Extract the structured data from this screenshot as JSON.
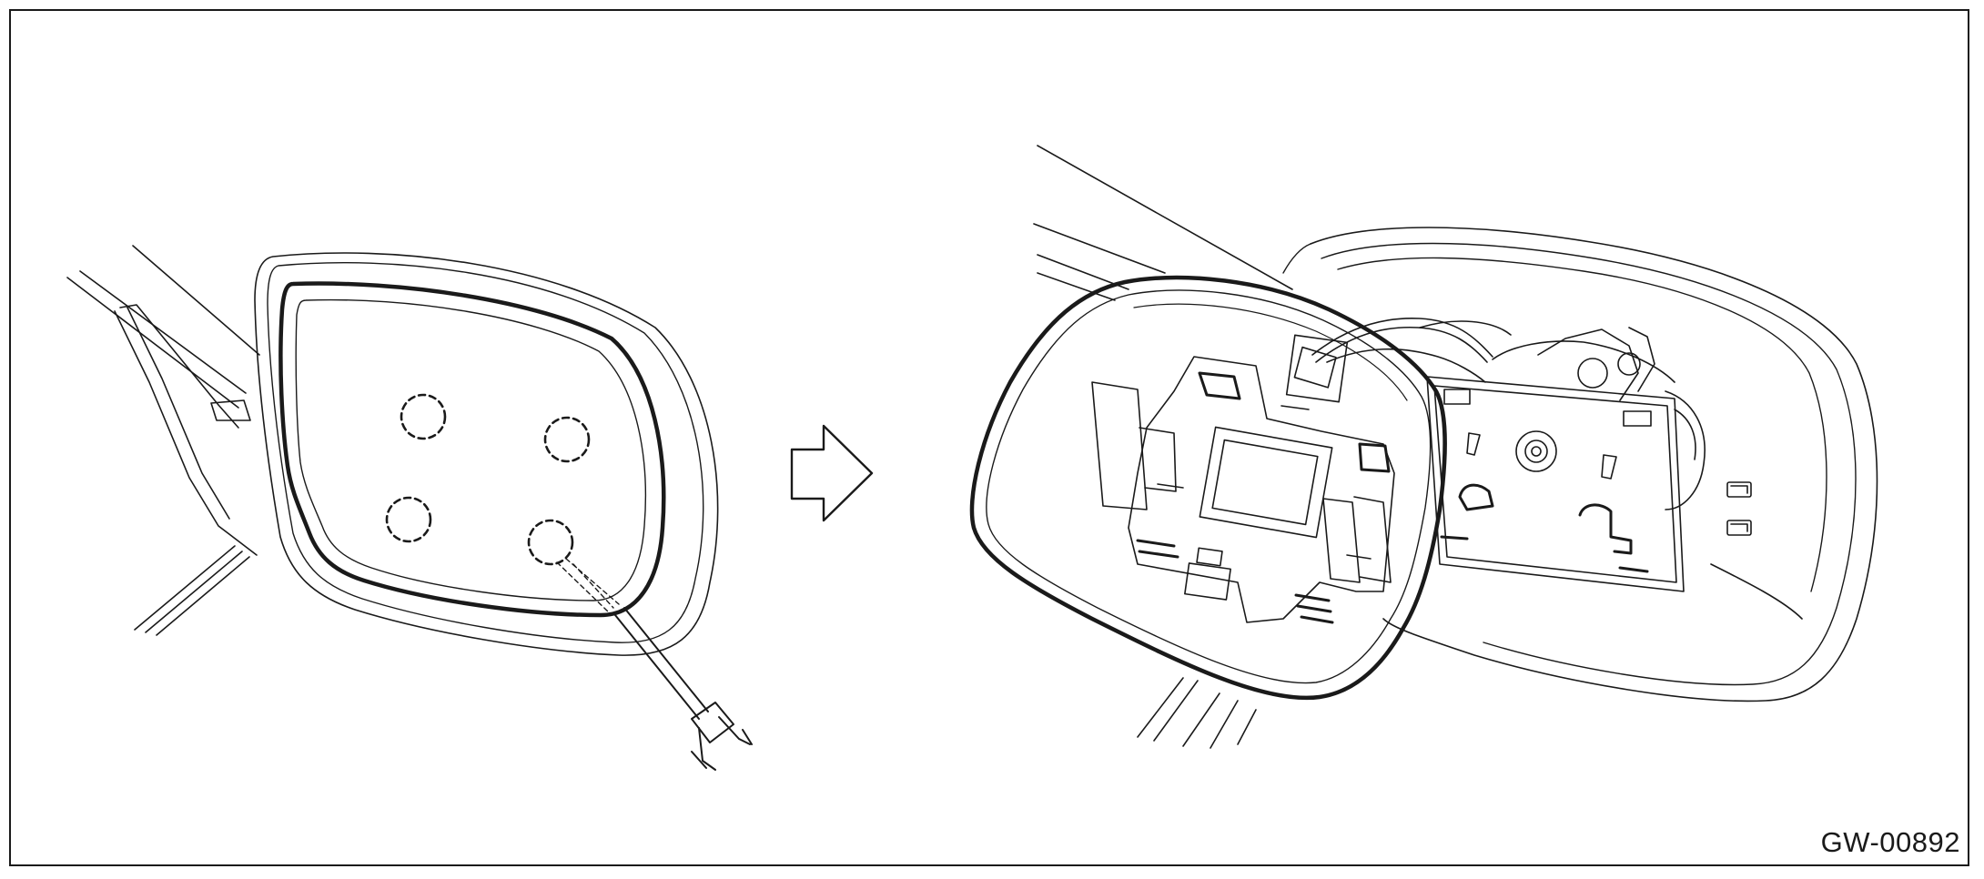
{
  "figure": {
    "id_label": "GW-00892"
  },
  "colors": {
    "line": "#1a1a1a",
    "background": "#ffffff"
  },
  "icons": {
    "step_arrow": "right-arrow-outline",
    "clip_marks": "dashed-circle"
  }
}
